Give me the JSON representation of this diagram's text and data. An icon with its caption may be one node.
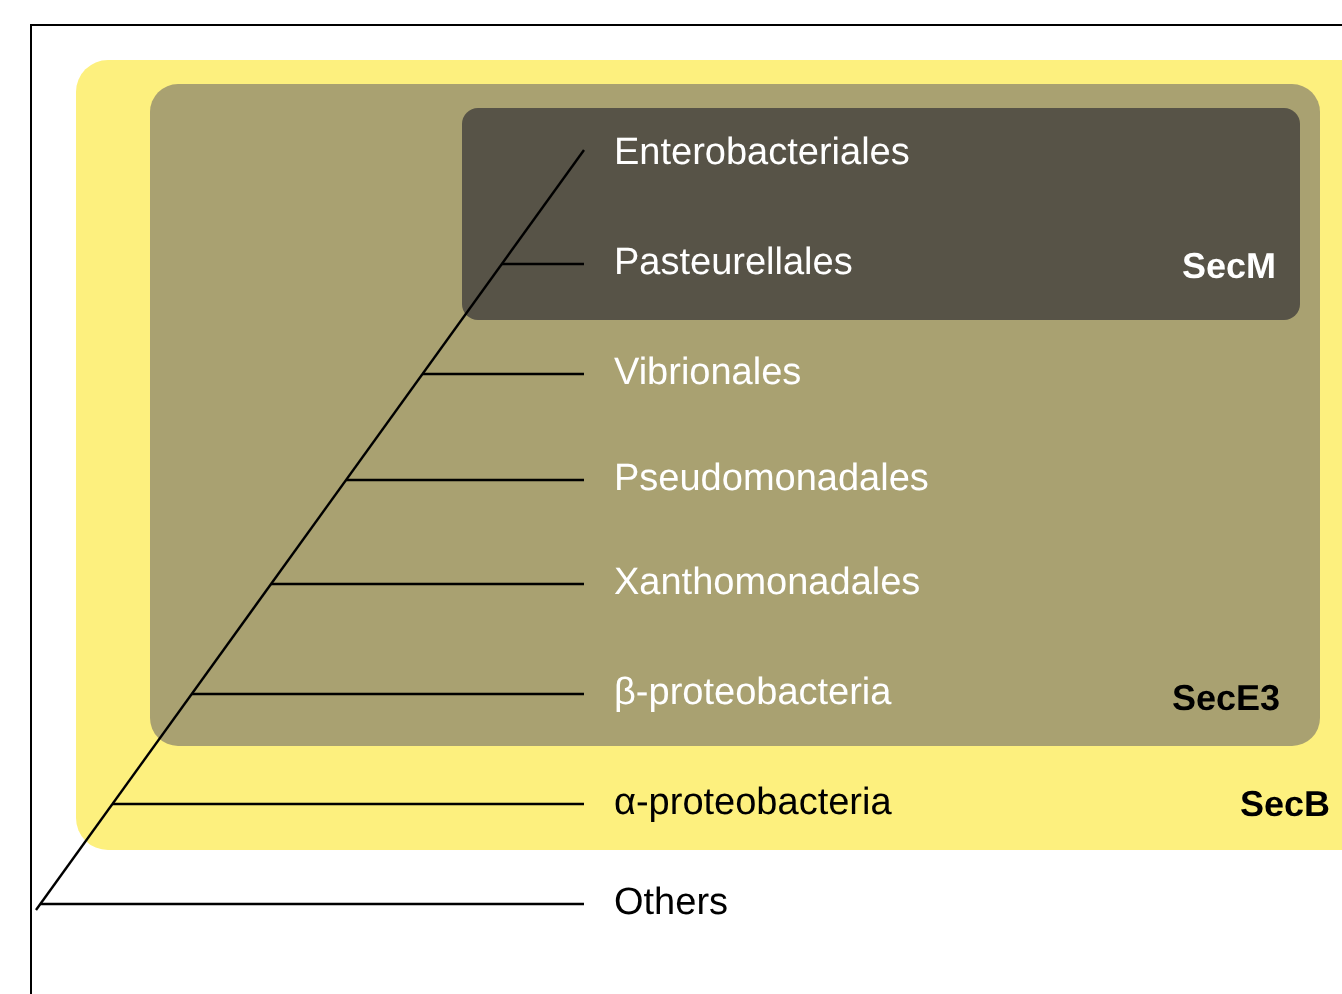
{
  "diagram": {
    "nodes": [
      {
        "text": [
          "SecB"
        ]
      },
      {
        "text": [
          "SecE3"
        ],
        "in": 0
      },
      {
        "text": [
          "SecM"
        ],
        "in": 1
      },
      {
        "text": [
          "Enterobacteriales"
        ],
        "in": 2
      },
      {
        "text": [
          "Pasteurellales"
        ],
        "in": 2
      },
      {
        "text": [
          "Vibrionales"
        ],
        "in": 1
      },
      {
        "text": [
          "Pseudomonadales"
        ],
        "in": 1
      },
      {
        "text": [
          "Xanthomonadales"
        ],
        "in": 1
      },
      {
        "text": [
          "β-proteobacteria"
        ],
        "in": 1
      },
      {
        "text": [
          "α-proteobacteria"
        ],
        "in": 0
      },
      {
        "text": [
          "Others"
        ]
      }
    ]
  }
}
